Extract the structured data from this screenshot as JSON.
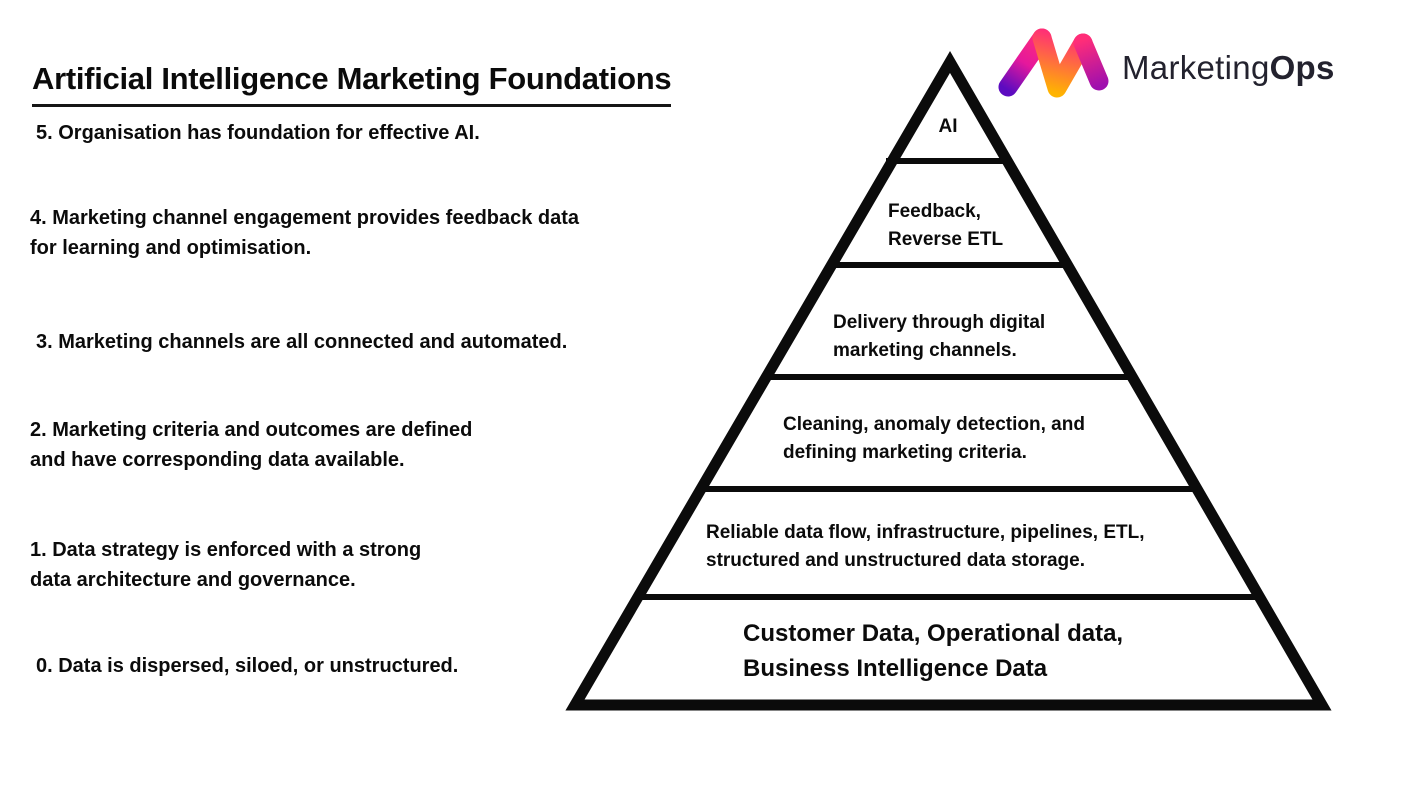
{
  "header": {
    "title": "Artificial Intelligence Marketing Foundations"
  },
  "logo": {
    "brand_regular": "Marketing",
    "brand_bold": "Ops",
    "icon_name": "marketingops-m-icon",
    "colors": {
      "purple": "#5c0bc0",
      "magenta": "#e5189c",
      "pink": "#ff2d78",
      "orange": "#ffb400",
      "wordmark_text": "#23222e"
    }
  },
  "foundation_steps": [
    {
      "level": "5",
      "text": "5. Organisation has foundation for effective AI."
    },
    {
      "level": "4",
      "text": "4. Marketing channel engagement provides feedback data\nfor learning and optimisation."
    },
    {
      "level": "3",
      "text": "3. Marketing channels are all connected and automated."
    },
    {
      "level": "2",
      "text": "2. Marketing criteria and outcomes are defined\nand have corresponding data available."
    },
    {
      "level": "1",
      "text": "1. Data strategy is enforced with a strong\ndata architecture and governance."
    },
    {
      "level": "0",
      "text": "0. Data is dispersed, siloed, or unstructured."
    }
  ],
  "pyramid": {
    "outline_color": "#0b0b0b",
    "layers": [
      {
        "level": "5",
        "label": "AI"
      },
      {
        "level": "4",
        "label": "Feedback,\nReverse ETL"
      },
      {
        "level": "3",
        "label": "Delivery through digital\nmarketing channels."
      },
      {
        "level": "2",
        "label": "Cleaning, anomaly detection, and\ndefining marketing criteria."
      },
      {
        "level": "1",
        "label": "Reliable data flow, infrastructure, pipelines, ETL,\nstructured and unstructured data storage."
      },
      {
        "level": "0",
        "label": "Customer Data, Operational data,\nBusiness Intelligence Data"
      }
    ]
  }
}
